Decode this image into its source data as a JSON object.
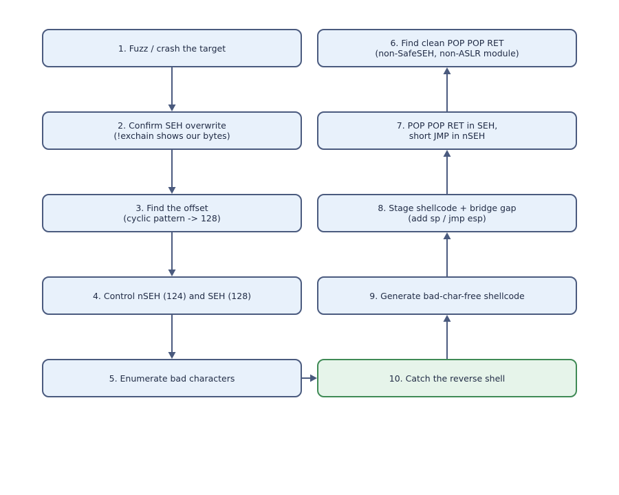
{
  "nodes": [
    {
      "id": "n1",
      "lines": [
        "1. Fuzz / crash the target"
      ]
    },
    {
      "id": "n2",
      "lines": [
        "2. Confirm SEH overwrite",
        "(!exchain shows our bytes)"
      ]
    },
    {
      "id": "n3",
      "lines": [
        "3. Find the offset",
        "(cyclic pattern -> 128)"
      ]
    },
    {
      "id": "n4",
      "lines": [
        "4. Control nSEH (124) and SEH (128)"
      ]
    },
    {
      "id": "n5",
      "lines": [
        "5. Enumerate bad characters"
      ]
    },
    {
      "id": "n6",
      "lines": [
        "6. Find clean POP POP RET",
        "(non-SafeSEH, non-ASLR module)"
      ]
    },
    {
      "id": "n7",
      "lines": [
        "7. POP POP RET in SEH,",
        "short JMP in nSEH"
      ]
    },
    {
      "id": "n8",
      "lines": [
        "8. Stage shellcode + bridge gap",
        "(add sp / jmp esp)"
      ]
    },
    {
      "id": "n9",
      "lines": [
        "9. Generate bad-char-free shellcode"
      ]
    },
    {
      "id": "n10",
      "lines": [
        "10. Catch the reverse shell"
      ],
      "style": "final"
    }
  ],
  "edges": [
    {
      "from": "n1",
      "to": "n2"
    },
    {
      "from": "n2",
      "to": "n3"
    },
    {
      "from": "n3",
      "to": "n4"
    },
    {
      "from": "n4",
      "to": "n5"
    },
    {
      "from": "n5",
      "to": "n10"
    },
    {
      "from": "n10",
      "to": "n9"
    },
    {
      "from": "n9",
      "to": "n8"
    },
    {
      "from": "n8",
      "to": "n7"
    },
    {
      "from": "n7",
      "to": "n6"
    }
  ],
  "colors": {
    "node_fill": "#e8f1fb",
    "node_border": "#4a5a7e",
    "final_fill": "#e6f4ea",
    "final_border": "#3f8a55",
    "edge": "#4a5a7e",
    "text": "#1f2a44"
  }
}
